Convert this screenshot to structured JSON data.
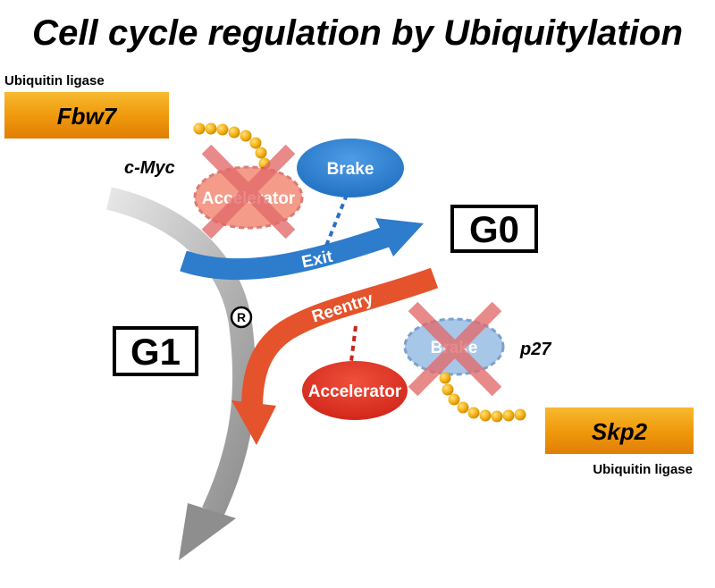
{
  "title": "Cell cycle regulation by Ubiquitylation",
  "fbw7": {
    "caption": "Ubiquitin ligase",
    "name": "Fbw7",
    "target": "c-Myc"
  },
  "skp2": {
    "caption": "Ubiquitin ligase",
    "name": "Skp2",
    "target": "p27"
  },
  "phases": {
    "g0": "G0",
    "g1": "G1",
    "restriction_point": "R"
  },
  "arrows": {
    "exit": "Exit",
    "reentry": "Reentry"
  },
  "ovals": {
    "accelerator_degraded": "Accelerator",
    "brake_active": "Brake",
    "brake_degraded": "Brake",
    "accelerator_active": "Accelerator"
  },
  "colors": {
    "ligase_box": "#f0960e",
    "exit_arrow": "#2e7ccc",
    "reentry_arrow": "#e4532b",
    "cycle_arrow": "#9a9a9a",
    "ubiquitin_bead": "#f3b016",
    "cross": "#e36a6a"
  }
}
